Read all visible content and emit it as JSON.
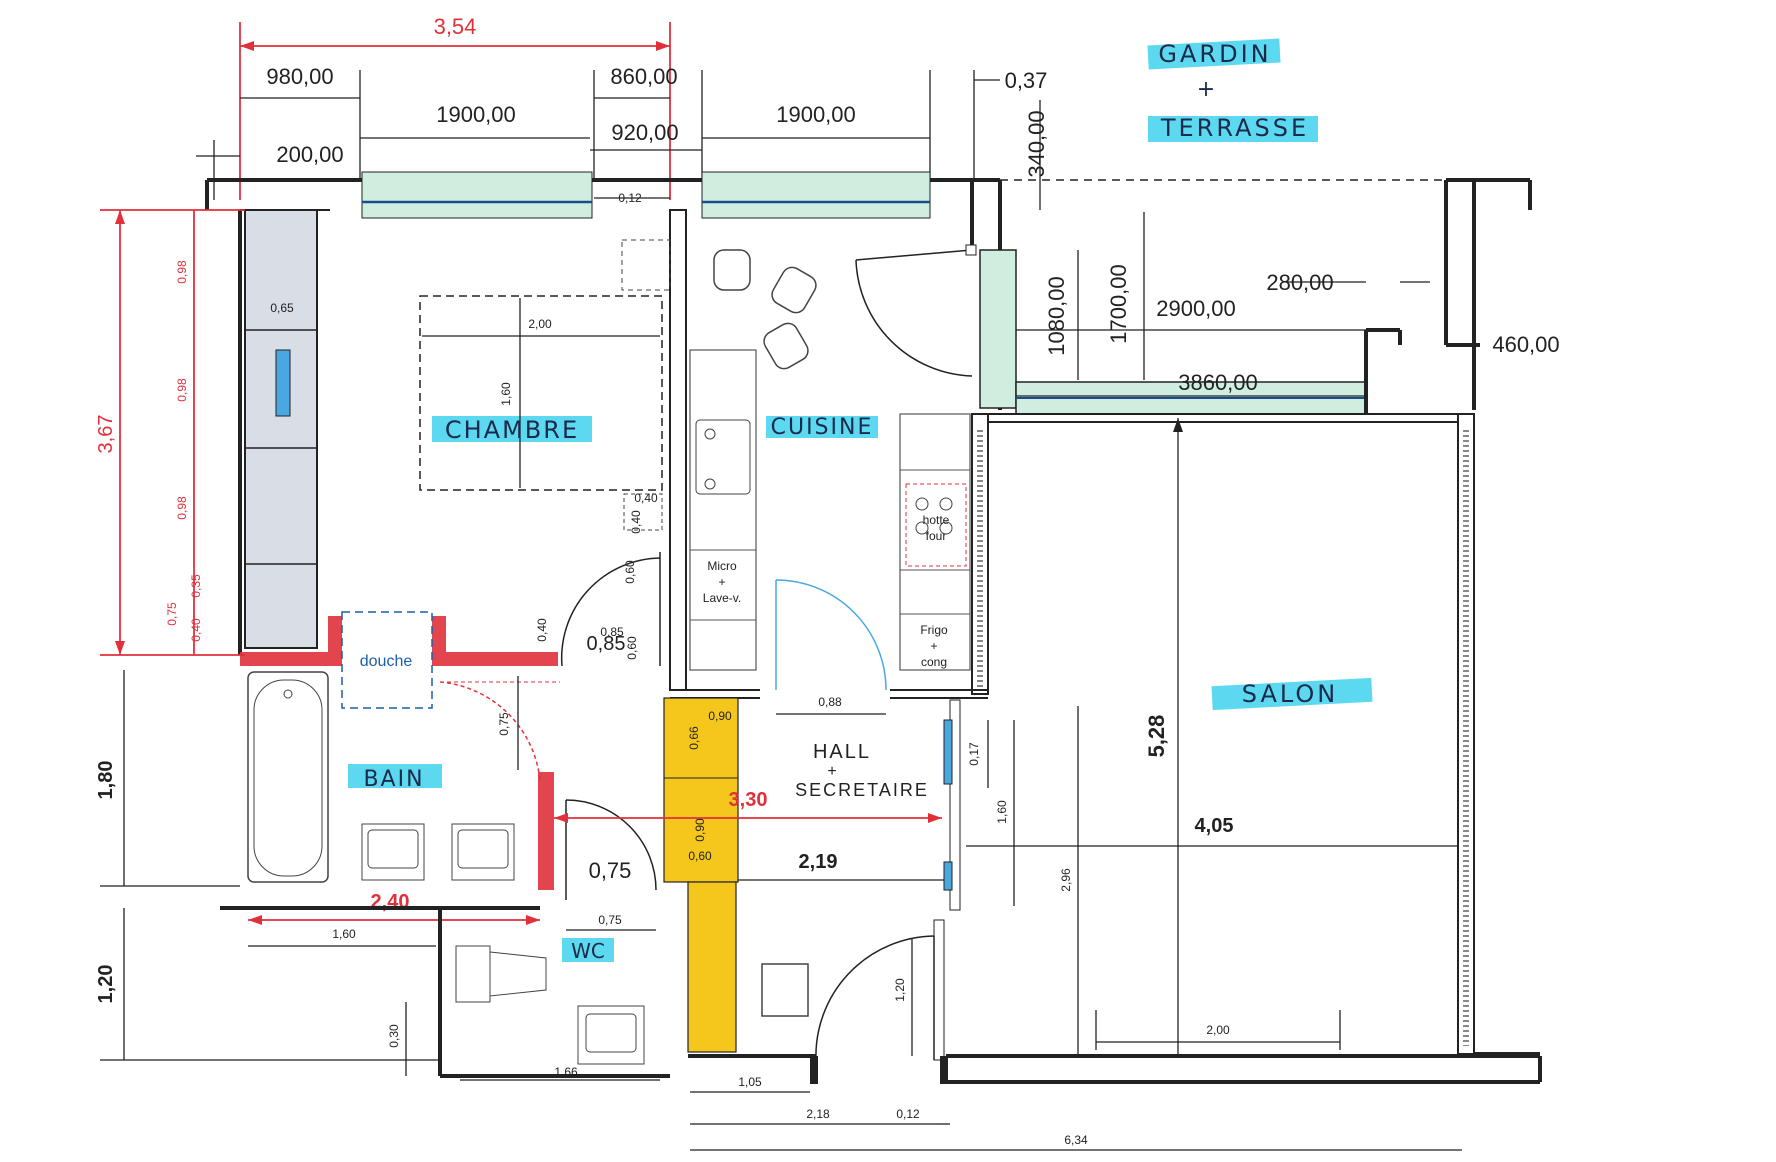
{
  "colors": {
    "highlight": "#3fd2ef",
    "red": "#e0313b",
    "yellow": "#f5c61c",
    "glass": "#cfeee0",
    "door_blue": "#4aa8e0",
    "cabinet": "#d8dde6"
  },
  "rooms": {
    "garden": "GARDIN",
    "garden_plus": "+",
    "terrace": "TERRASSE",
    "chambre": "CHAMBRE",
    "cuisine": "CUISINE",
    "salon": "SALON",
    "bain": "BAIN",
    "wc": "WC",
    "hall": "HALL",
    "hall_plus": "+",
    "secretaire": "SECRETAIRE",
    "douche": "douche"
  },
  "appliances": {
    "micro": [
      "Micro",
      "+",
      "Lave-v."
    ],
    "hotte": [
      "hotte",
      "four"
    ],
    "frigo": [
      "Frigo",
      "+",
      "cong"
    ]
  },
  "dims_top": {
    "total_red": "3,54",
    "d980": "980,00",
    "d860": "860,00",
    "d1900a": "1900,00",
    "d1900b": "1900,00",
    "d920": "920,00",
    "d200": "200,00",
    "d012": "0,12",
    "d037": "0,37",
    "d340": "340,00"
  },
  "dims_terrace": {
    "d280": "280,00",
    "d2900": "2900,00",
    "d1700": "1700,00",
    "d1080": "1080,00",
    "d460": "460,00",
    "d3860": "3860,00"
  },
  "dims_chambre": {
    "height_red": "3,67",
    "d098a": "0,98",
    "d098b": "0,98",
    "d098c": "0,98",
    "d075": "0,75",
    "d035": "0,35",
    "d040": "0,40",
    "d065": "0,65",
    "bed_w": "2,00",
    "bed_h": "1,60",
    "d040b": "0,40",
    "d040c": "0,40",
    "d060": "0,60",
    "d085": "0,85",
    "d060b": "0,60",
    "d040d": "0,40",
    "d085grey": "0,85"
  },
  "dims_bath": {
    "d180": "1,80",
    "d075": "0,75",
    "width_red": "2,40",
    "d075grey": "0,75",
    "d160": "1,60",
    "d075b": "0,75"
  },
  "dims_wc": {
    "d120": "1,20",
    "d030": "0,30",
    "d166": "1,66"
  },
  "dims_hall": {
    "d088": "0,88",
    "d090a": "0,90",
    "d066": "0,66",
    "width_red": "3,30",
    "d090b": "0,90",
    "d060": "0,60",
    "d219": "2,19",
    "d120": "1,20",
    "d105": "1,05",
    "d218": "2,18",
    "d012": "0,12",
    "d017": "0,17",
    "d160": "1,60",
    "d296": "2,96"
  },
  "dims_salon": {
    "d528": "5,28",
    "d405": "4,05",
    "d200": "2,00",
    "d634": "6,34"
  }
}
